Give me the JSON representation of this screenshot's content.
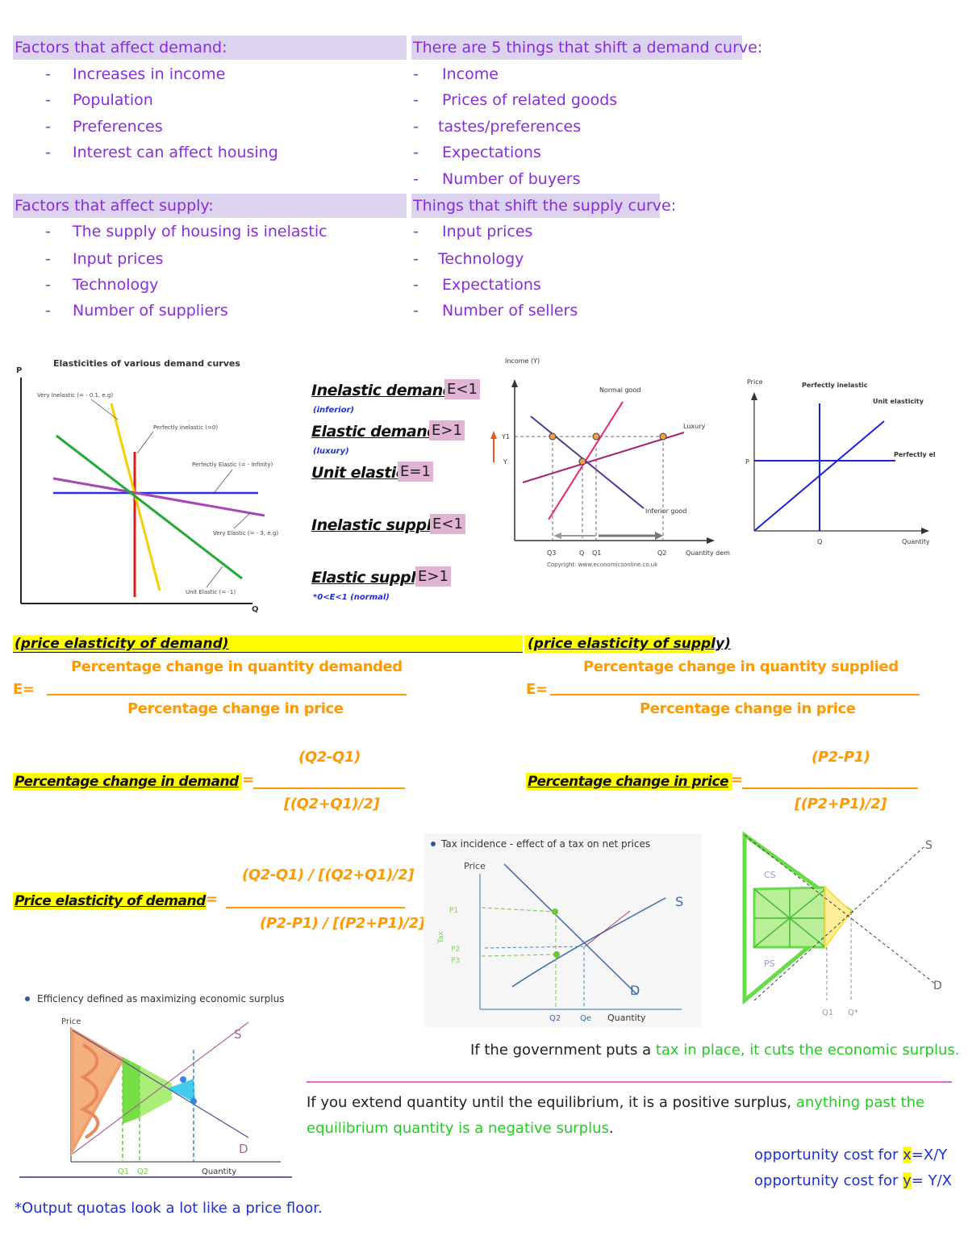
{
  "demand_factors": {
    "title": "Factors that affect demand:",
    "items": [
      "Increases in income",
      "Population",
      "Preferences",
      "Interest can affect housing"
    ]
  },
  "demand_shifters": {
    "title": "There are 5 things that shift a demand curve:",
    "items": [
      "Income",
      "Prices of related goods",
      "tastes/preferences",
      "Expectations",
      "Number of buyers"
    ]
  },
  "supply_factors": {
    "title": "Factors that affect supply:",
    "items": [
      "The supply of housing is inelastic",
      "Input prices",
      "Technology",
      "Number of suppliers"
    ]
  },
  "supply_shifters": {
    "title": "Things that shift the supply curve:",
    "items": [
      "Input prices",
      "Technology",
      "Expectations",
      "Number of sellers"
    ]
  },
  "bullet": "-",
  "elasticity_chart": {
    "title": "Elasticities of various demand curves",
    "y_axis": "P",
    "x_axis": "Q",
    "labels": [
      "Very Inelastic (= - 0.1, e.g)",
      "Perfectly Inelastic (=0)",
      "Perfectly Elastic (= - infinity)",
      "Very Elastic (= - 3, e.g)",
      "Unit Elastic (= -1)"
    ]
  },
  "elasticity_terms": [
    {
      "term": "Inelastic demand:",
      "value": "E<1",
      "note": "(inferior)"
    },
    {
      "term": "Elastic demand:",
      "value": "E>1",
      "note": "(luxury)"
    },
    {
      "term": "Unit elastic:",
      "value": "E=1",
      "note": ""
    },
    {
      "term": "Inelastic supply:",
      "value": "E<1",
      "note": ""
    },
    {
      "term": "Elastic supply:",
      "value": "E>1",
      "note": "*0<E<1 (normal)"
    }
  ],
  "income_chart": {
    "y_axis": "Income (Y)",
    "x_axis": "Quantity demanded",
    "y_ticks": [
      "Y1",
      "Y"
    ],
    "x_ticks": [
      "Q3",
      "Q",
      "Q1",
      "Q2"
    ],
    "labels": [
      "Normal good",
      "Luxury",
      "Inferior good"
    ],
    "copyright": "Copyright: www.economicsonline.co.uk"
  },
  "perfect_chart": {
    "y_axis": "Price",
    "x_axis": "Quantity",
    "y_tick": "P",
    "x_tick": "Q",
    "labels": [
      "Perfectly inelastic",
      "Unit elasticity",
      "Perfectly elastic"
    ]
  },
  "ped_formula": {
    "label": "(price elasticity of demand)",
    "numerator": "Percentage change in quantity demanded",
    "lhs": "E=",
    "denominator": "Percentage change in price"
  },
  "pes_formula": {
    "label": "(price elasticity of supply)",
    "numerator": "Percentage change in quantity supplied",
    "lhs": "E=",
    "denominator": "Percentage change in price"
  },
  "pct_demand": {
    "term": "Percentage change in demand",
    "eq": "=",
    "num": "(Q2-Q1)",
    "den": "[(Q2+Q1)/2]"
  },
  "pct_price": {
    "term": "Percentage change in price",
    "eq": "=",
    "num": "(P2-P1)",
    "den": "[(P2+P1)/2]"
  },
  "ped_full": {
    "term": "Price elasticity of demand",
    "eq": "=",
    "num": "(Q2-Q1) / [(Q2+Q1)/2]",
    "den": "(P2-P1) / [(P2+P1)/2]"
  },
  "tax_chart": {
    "title": "Tax incidence - effect of a tax on net prices",
    "y_axis": "Price",
    "x_axis": "Quantity",
    "labels": [
      "S",
      "D",
      "P1",
      "P2",
      "P3",
      "Tax",
      "Q2",
      "Qe"
    ]
  },
  "triangle_sketch": {
    "labels": [
      "S",
      "D",
      "CS",
      "PS",
      "Q1",
      "Q*"
    ]
  },
  "efficiency_chart": {
    "title": "Efficiency defined as maximizing economic surplus",
    "y_axis": "Price",
    "x_axis": "Quantity",
    "labels": [
      "S",
      "D",
      "Q1",
      "Q2"
    ]
  },
  "notes": {
    "tax_a": "If the government puts a ",
    "tax_b": "tax in place, it cuts the economic surplus.",
    "surplus_a": "If you extend quantity until the equilibrium, it is a positive surplus, ",
    "surplus_b": "anything past the",
    "surplus_c": "equilibrium quantity is a negative surplus",
    "surplus_d": ".",
    "opp_x_a": "opportunity cost for ",
    "opp_x_var": "x",
    "opp_x_b": "=X/Y",
    "opp_y_a": "opportunity cost for ",
    "opp_y_var": "y",
    "opp_y_b": "= Y/X",
    "quota": "*Output quotas look a lot like a price floor."
  },
  "colors": {
    "purple": "#8a2be2",
    "header_bg": "#dcd3ee",
    "orange": "#ff9900",
    "yellow": "#ffff00",
    "blue": "#1f2fd8",
    "green": "#22cc22",
    "pink_highlight": "#e0b4d2"
  }
}
